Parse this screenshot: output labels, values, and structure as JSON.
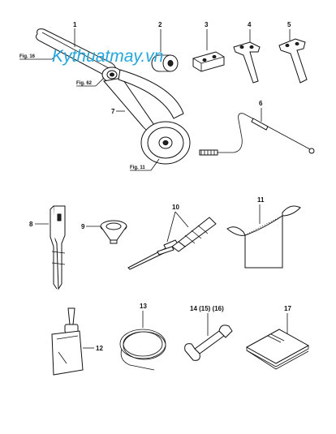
{
  "watermark": "Kythuatmay.vn",
  "fig_labels": {
    "fig16": "Fig. 16",
    "fig62": "Fig. 62",
    "fig11": "Fig. 11"
  },
  "part_numbers": {
    "p1": "1",
    "p2": "2",
    "p3": "3",
    "p4": "4",
    "p5": "5",
    "p6": "6",
    "p7": "7",
    "p8": "8",
    "p9": "9",
    "p10": "10",
    "p11": "11",
    "p12": "12",
    "p13": "13",
    "p14": "14 (15) (16)",
    "p17": "17"
  }
}
